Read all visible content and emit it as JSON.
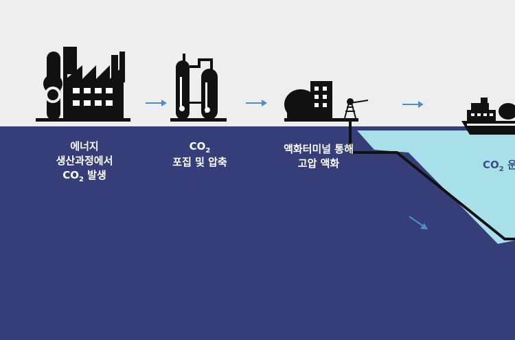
{
  "steps": [
    {
      "line1": "에너지",
      "line2": "생산과정에서",
      "line3_pre": "CO",
      "line3_sub": "2",
      "line3_post": " 발생"
    },
    {
      "line1_pre": "CO",
      "line1_sub": "2",
      "line2": "포집 및 압축"
    },
    {
      "line1": "액화터미널 통해",
      "line2": "고압 액화"
    }
  ],
  "sea_label": {
    "pre": "CO",
    "sub": "2",
    "post": " 운"
  },
  "colors": {
    "sky": "#eeeeee",
    "ground": "#353e79",
    "shallow_water": "#a8e0ea",
    "arrow": "#4a90c8",
    "icon": "#111111"
  }
}
